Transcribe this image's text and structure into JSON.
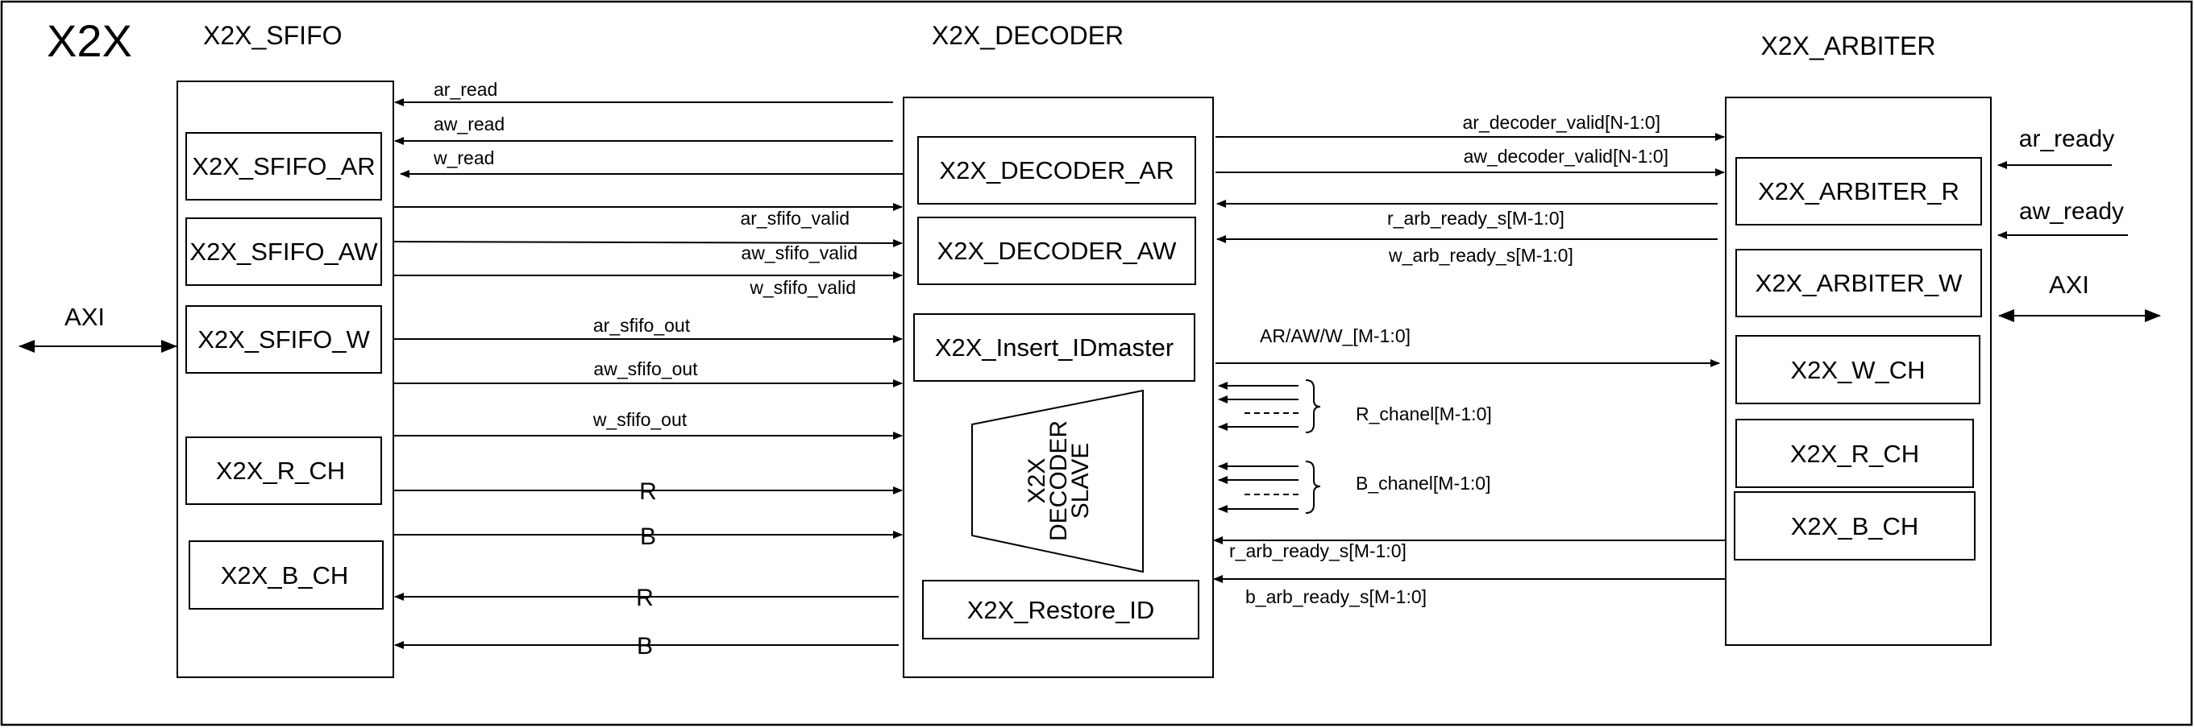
{
  "title": "X2X",
  "axi_label": "AXI",
  "sfifo": {
    "name": "X2X_SFIFO",
    "blocks": [
      "X2X_SFIFO_AR",
      "X2X_SFIFO_AW",
      "X2X_SFIFO_W",
      "X2X_R_CH",
      "X2X_B_CH"
    ]
  },
  "decoder": {
    "name": "X2X_DECODER",
    "blocks": [
      "X2X_DECODER_AR",
      "X2X_DECODER_AW",
      "X2X_Insert_IDmaster",
      "X2X_Restore_ID"
    ],
    "slave_lines": [
      "X2X",
      "DECODER",
      "SLAVE"
    ]
  },
  "arbiter": {
    "name": "X2X_ARBITER",
    "blocks": [
      "X2X_ARBITER_R",
      "X2X_ARBITER_W",
      "X2X_W_CH",
      "X2X_R_CH",
      "X2X_B_CH"
    ]
  },
  "left_signals": {
    "ar_read": "ar_read",
    "aw_read": "aw_read",
    "w_read": "w_read",
    "ar_sfifo_valid": "ar_sfifo_valid",
    "aw_sfifo_valid": "aw_sfifo_valid",
    "w_sfifo_valid": "w_sfifo_valid",
    "ar_sfifo_out": "ar_sfifo_out",
    "aw_sfifo_out": "aw_sfifo_out",
    "w_sfifo_out": "w_sfifo_out",
    "r_fwd": "R",
    "b_fwd": "B",
    "r_back": "R",
    "b_back": "B"
  },
  "right_signals": {
    "ar_decoder_valid": "ar_decoder_valid[N-1:0]",
    "aw_decoder_valid": "aw_decoder_valid[N-1:0]",
    "r_arb_ready_top": "r_arb_ready_s[M-1:0]",
    "w_arb_ready": "w_arb_ready_s[M-1:0]",
    "ar_aw_w": "AR/AW/W_[M-1:0]",
    "r_chanel": "R_chanel[M-1:0]",
    "b_chanel": "B_chanel[M-1:0]",
    "r_arb_ready_bottom": "r_arb_ready_s[M-1:0]",
    "b_arb_ready": "b_arb_ready_s[M-1:0]"
  },
  "external_signals": {
    "ar_ready": "ar_ready",
    "aw_ready": "aw_ready"
  }
}
